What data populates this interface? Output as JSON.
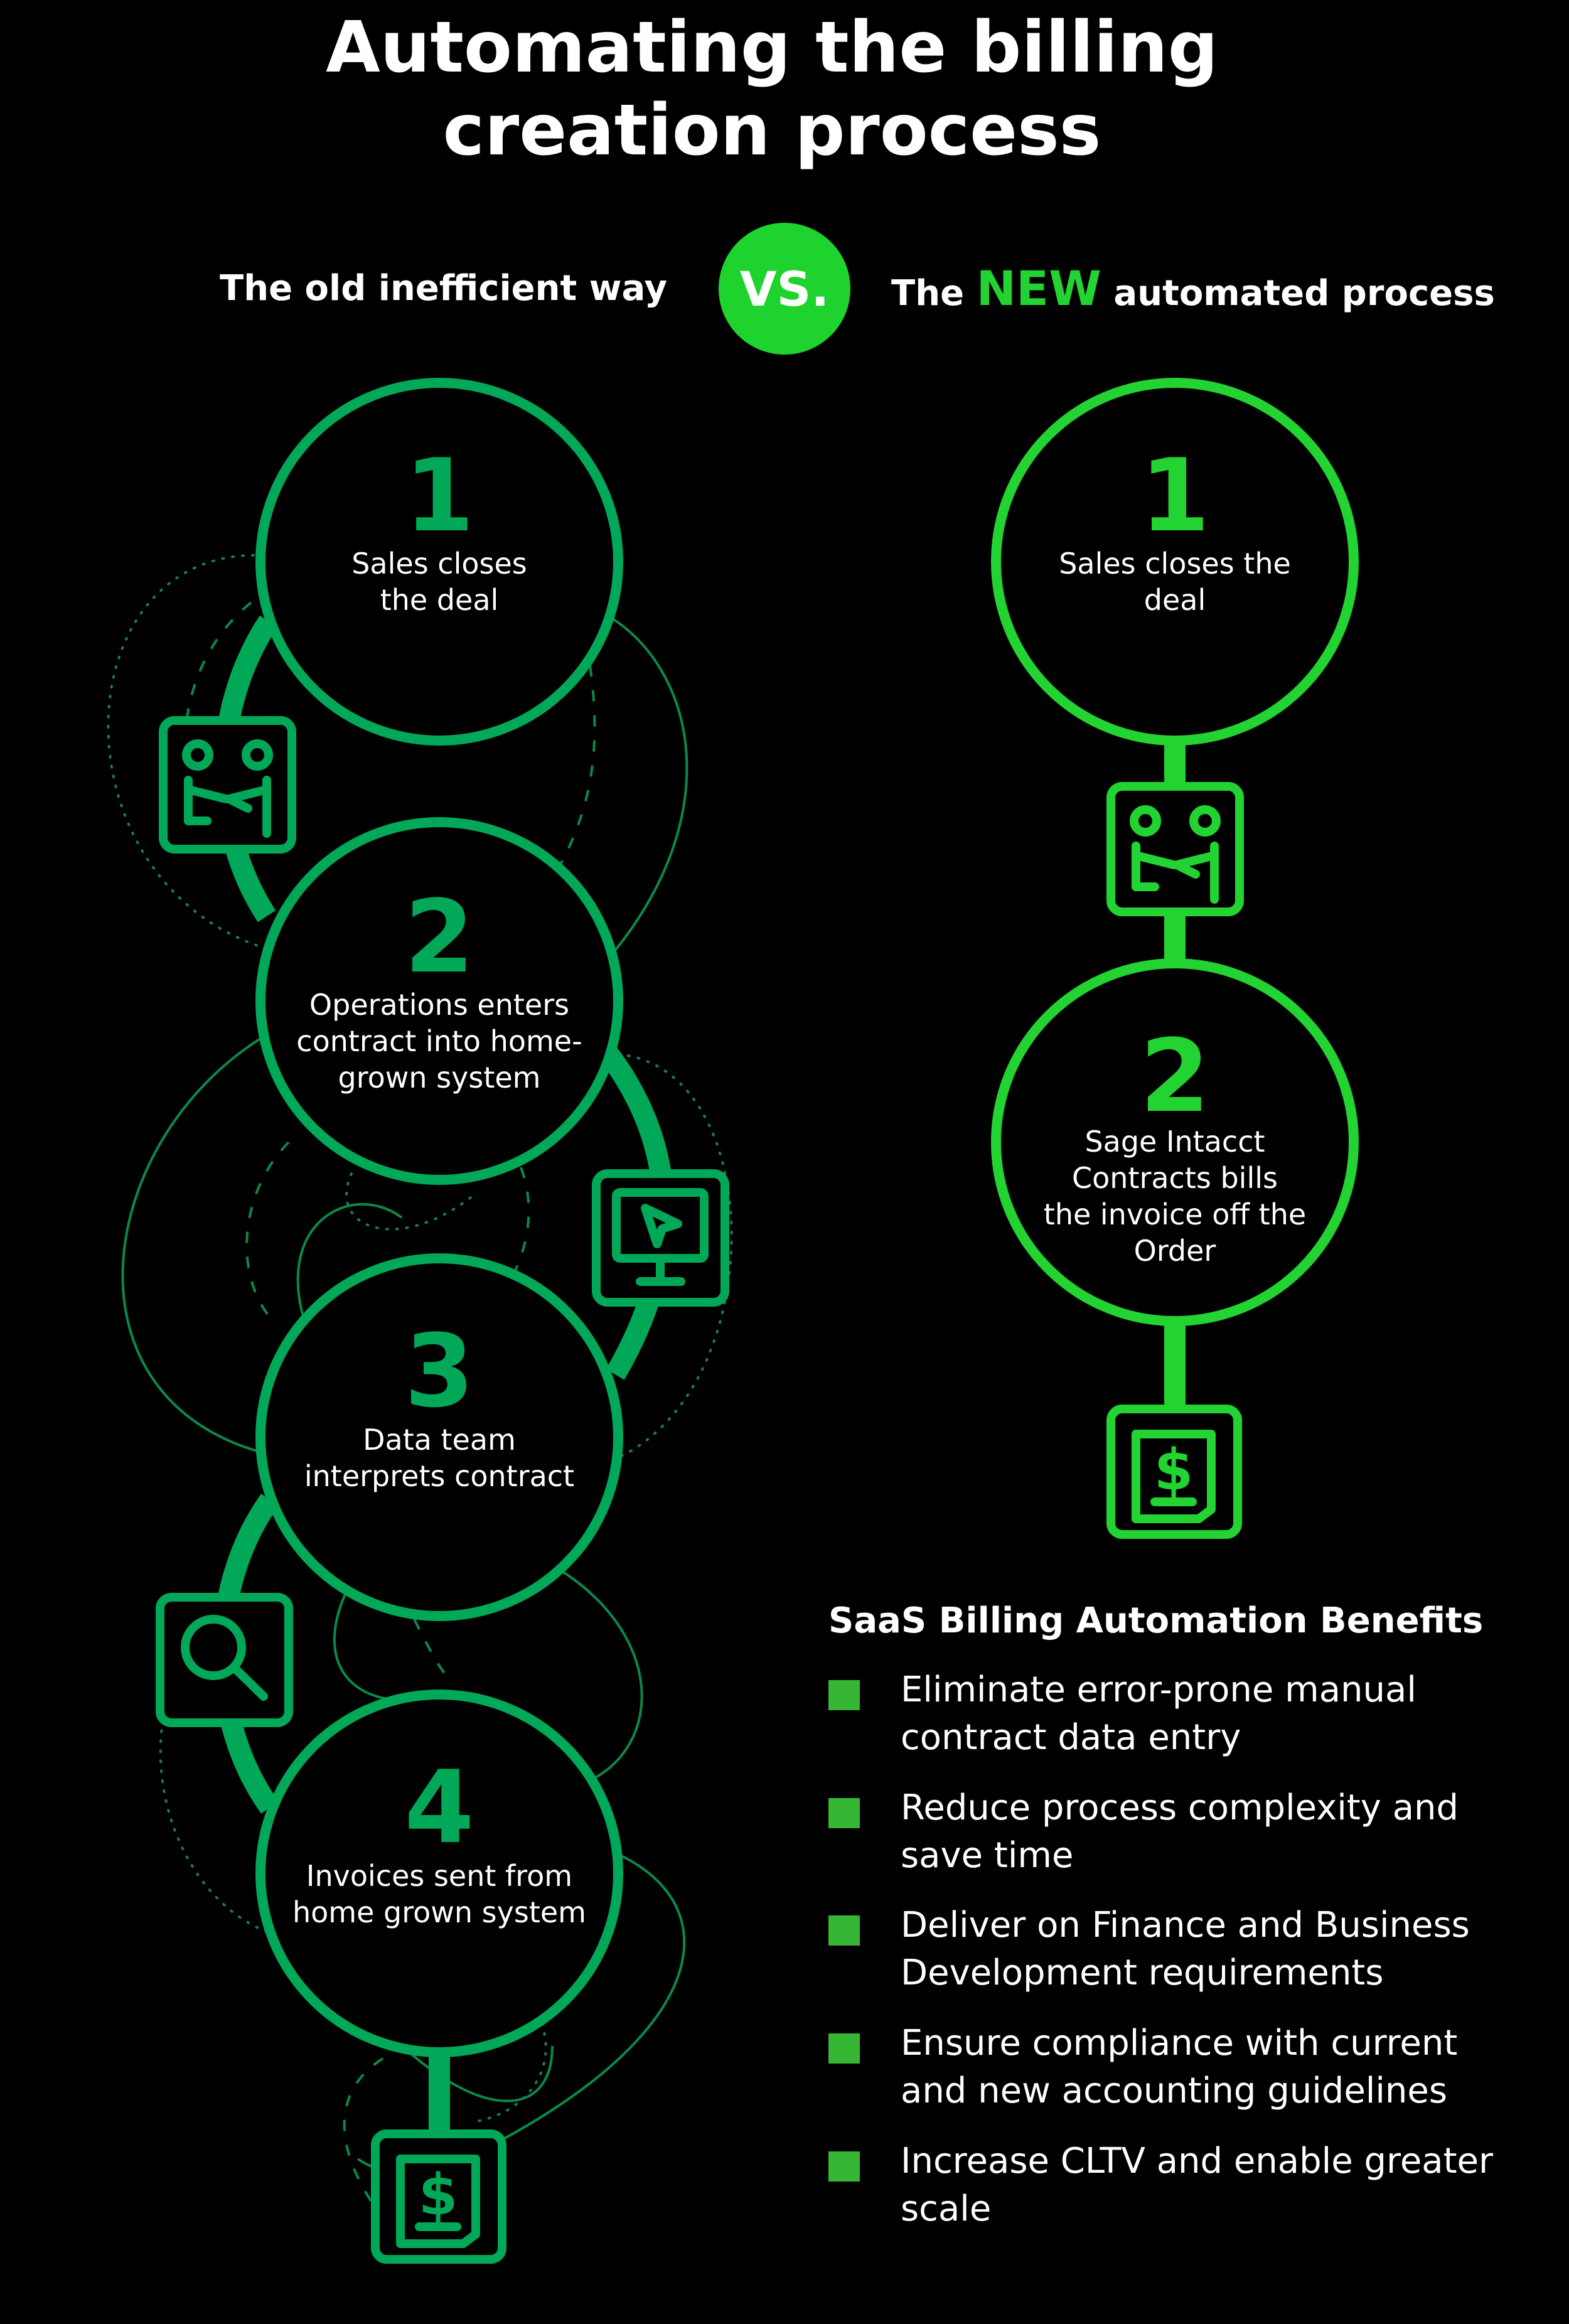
{
  "title": {
    "line1": "Automating the billing",
    "line2": "creation process"
  },
  "old_heading": "The old inefficient way",
  "vs_label": "VS.",
  "new_heading": {
    "prefix": "The",
    "emphasis": "NEW",
    "suffix": "automated process"
  },
  "old_steps": [
    {
      "number": "1",
      "lines": [
        "Sales closes",
        "the deal"
      ]
    },
    {
      "number": "2",
      "lines": [
        "Operations enters",
        "contract into home-",
        "grown system"
      ]
    },
    {
      "number": "3",
      "lines": [
        "Data team",
        "interprets contract"
      ]
    },
    {
      "number": "4",
      "lines": [
        "Invoices sent from",
        "home grown system"
      ]
    }
  ],
  "new_steps": [
    {
      "number": "1",
      "lines": [
        "Sales closes the",
        "deal"
      ]
    },
    {
      "number": "2",
      "lines": [
        "Sage Intacct",
        "Contracts bills",
        "the invoice off the",
        "Order"
      ]
    }
  ],
  "icons": {
    "old": [
      "handshake-meeting-icon",
      "computer-cursor-icon",
      "magnifier-search-icon",
      "dollar-invoice-icon"
    ],
    "new": [
      "handshake-meeting-icon",
      "dollar-invoice-icon"
    ]
  },
  "benefits": {
    "title": "SaaS Billing Automation Benefits",
    "items": [
      [
        "Eliminate error-prone manual",
        "contract data entry"
      ],
      [
        "Reduce process complexity and",
        "save time"
      ],
      [
        "Deliver on Finance and Business",
        "Development requirements"
      ],
      [
        "Ensure compliance with current",
        "and new accounting guidelines"
      ],
      [
        "Increase CLTV and enable greater",
        "scale"
      ]
    ]
  },
  "colors": {
    "background": "#000000",
    "old_green": "#00a858",
    "new_green": "#22d332",
    "bullet_green": "#37b636",
    "text": "#ffffff"
  }
}
